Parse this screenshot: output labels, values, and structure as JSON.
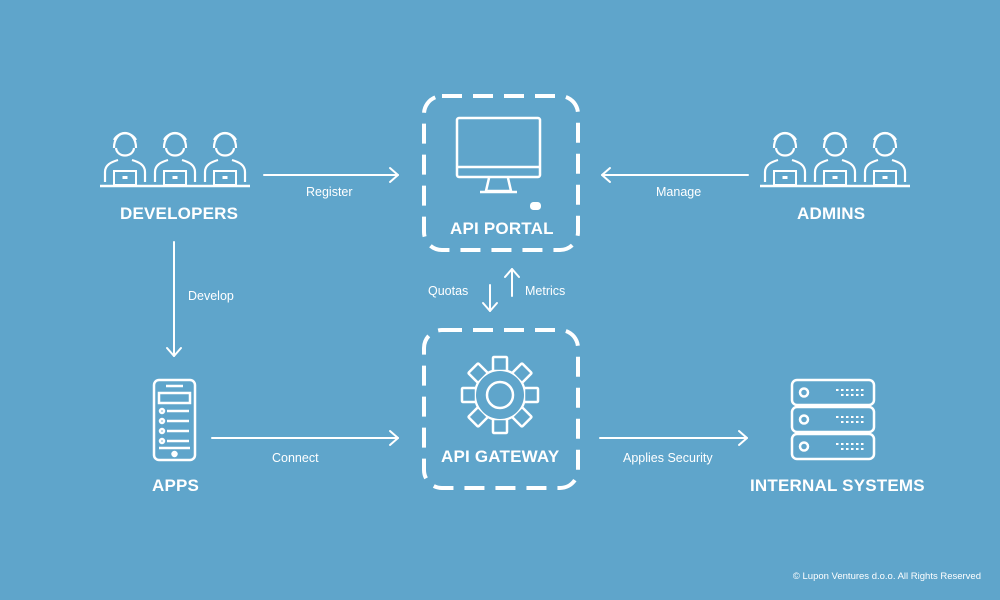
{
  "nodes": {
    "developers": "DEVELOPERS",
    "admins": "ADMINS",
    "api_portal": "API PORTAL",
    "api_gateway": "API GATEWAY",
    "apps": "APPS",
    "internal_systems": "INTERNAL SYSTEMS"
  },
  "edges": {
    "register": "Register",
    "manage": "Manage",
    "develop": "Develop",
    "quotas": "Quotas",
    "metrics": "Metrics",
    "connect": "Connect",
    "applies_security": "Applies Security"
  },
  "icons": {
    "developers": "developers-group-icon",
    "admins": "admins-group-icon",
    "api_portal": "desktop-monitor-icon",
    "api_gateway": "gear-icon",
    "apps": "smartphone-icon",
    "internal_systems": "server-rack-icon"
  },
  "footer": {
    "copyright": "© Lupon Ventures d.o.o. All Rights Reserved"
  },
  "colors": {
    "background": "#5fa5cb",
    "foreground": "#ffffff"
  }
}
